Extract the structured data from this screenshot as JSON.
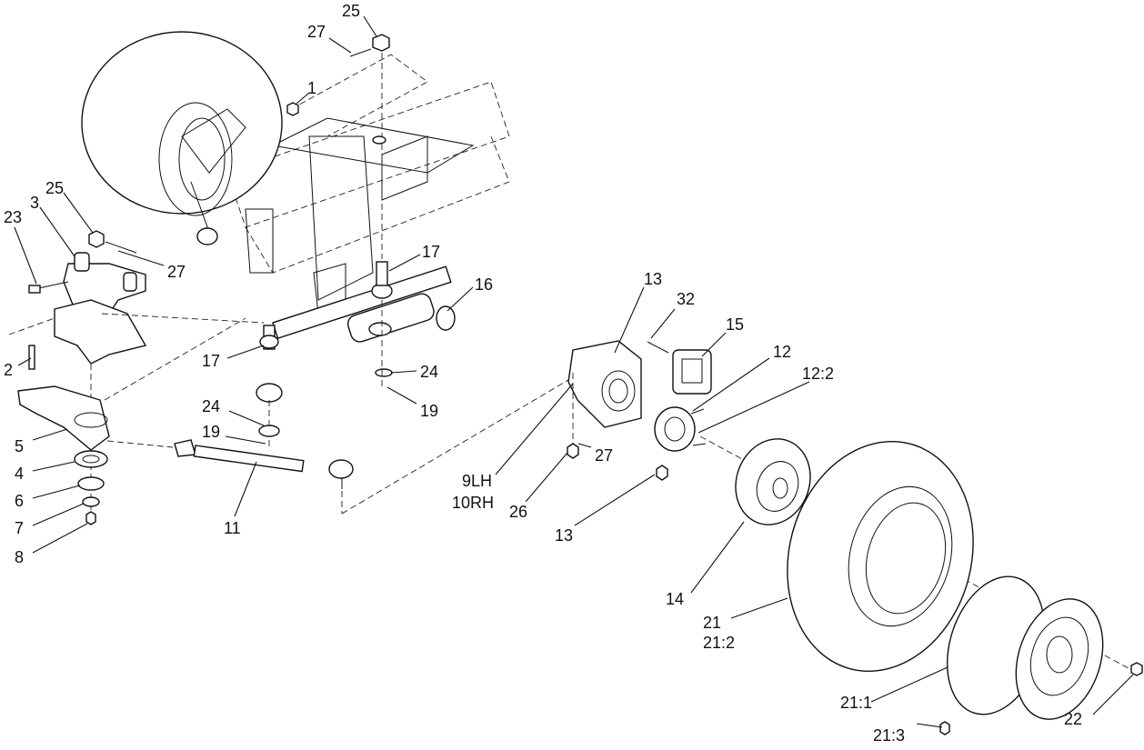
{
  "callouts": {
    "c25_top": "25",
    "c27_top": "27",
    "c1": "1",
    "c25_left": "25",
    "c3": "3",
    "c23": "23",
    "c27_left": "27",
    "c17_right": "17",
    "c16": "16",
    "c17_mid": "17",
    "c2": "2",
    "c24_right": "24",
    "c19_right": "19",
    "c24_mid": "24",
    "c19_mid": "19",
    "c5": "5",
    "c4": "4",
    "c6": "6",
    "c7": "7",
    "c8": "8",
    "c11": "11",
    "c13_top": "13",
    "c32": "32",
    "c15": "15",
    "c12": "12",
    "c12_2": "12:2",
    "c9lh": "9LH",
    "c10rh": "10RH",
    "c26": "26",
    "c27_right": "27",
    "c13_bottom": "13",
    "c14": "14",
    "c21": "21",
    "c21_2": "21:2",
    "c21_1": "21:1",
    "c21_3": "21:3",
    "c22": "22"
  }
}
